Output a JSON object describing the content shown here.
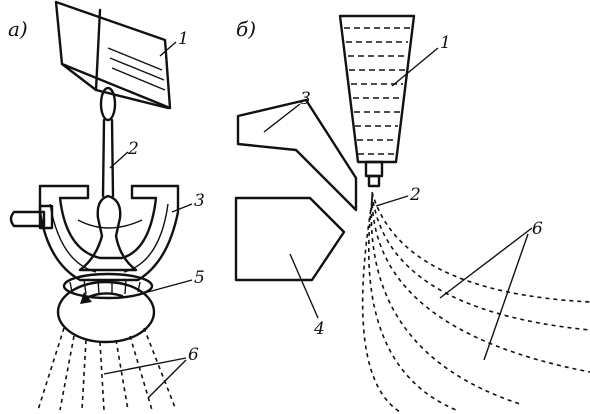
{
  "panels": {
    "a": "а)",
    "b": "б)"
  },
  "labels_a": {
    "l1": "1",
    "l2": "2",
    "l3": "3",
    "l5": "5",
    "l6": "6"
  },
  "labels_b": {
    "l1": "1",
    "l2": "2",
    "l3": "3",
    "l4": "4",
    "l6": "6"
  },
  "colors": {
    "ink": "#111111",
    "background": "#ffffff"
  }
}
